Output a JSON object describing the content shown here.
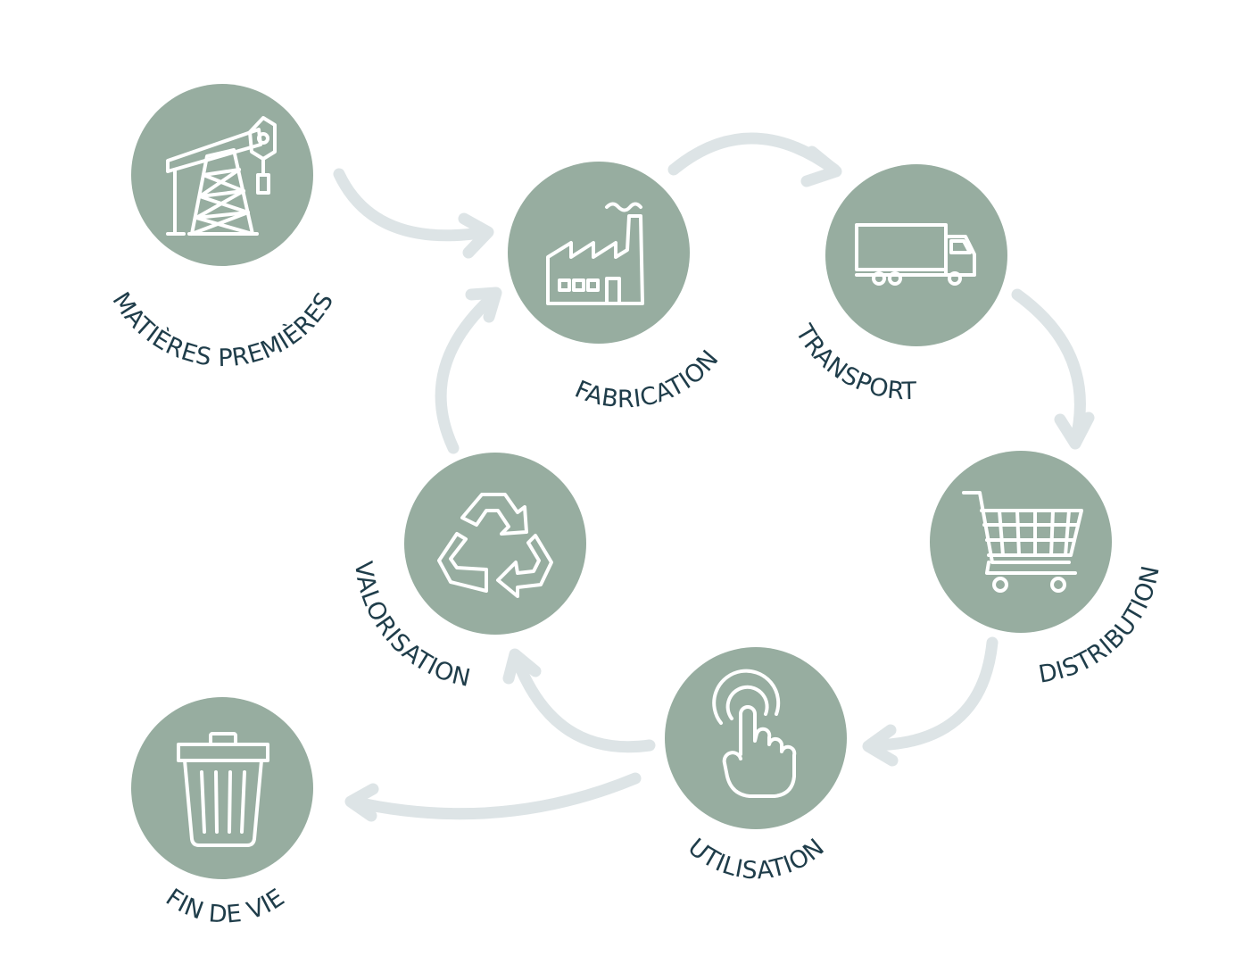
{
  "colors": {
    "circle": "#97ada0",
    "icon": "#ffffff",
    "arrow": "#dde4e6",
    "label": "#1f3d4a",
    "background": "#ffffff"
  },
  "stages": [
    {
      "id": "matieres-premieres",
      "label": "MATIÈRES PREMIÈRES",
      "icon": "oil-pump-crane-icon"
    },
    {
      "id": "fabrication",
      "label": "FABRICATION",
      "icon": "factory-icon"
    },
    {
      "id": "transport",
      "label": "TRANSPORT",
      "icon": "truck-icon"
    },
    {
      "id": "distribution",
      "label": "DISTRIBUTION",
      "icon": "shopping-cart-icon"
    },
    {
      "id": "utilisation",
      "label": "UTILISATION",
      "icon": "touch-finger-icon"
    },
    {
      "id": "valorisation",
      "label": "VALORISATION",
      "icon": "recycle-icon"
    },
    {
      "id": "fin-de-vie",
      "label": "FIN DE VIE",
      "icon": "trash-bin-icon"
    }
  ]
}
